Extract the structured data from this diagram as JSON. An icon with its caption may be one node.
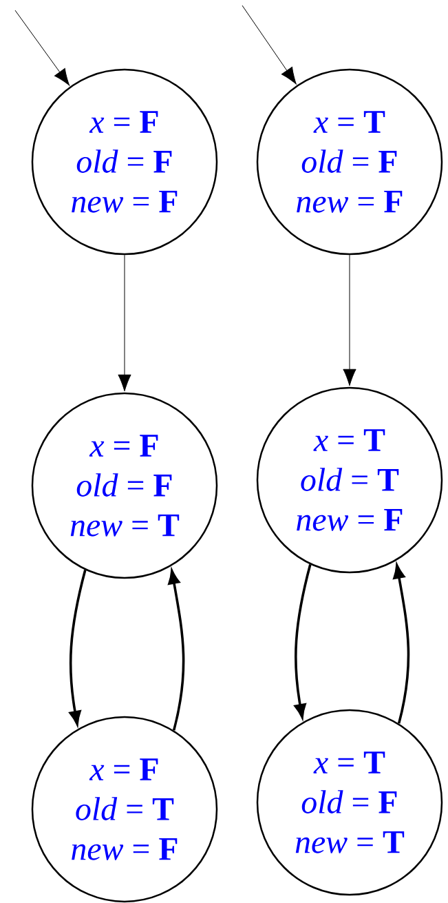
{
  "diagram": {
    "nodes": [
      {
        "text": [
          "*x* = **F**",
          "*old* = **F**",
          "*new* = **F**"
        ]
      },
      {
        "text": [
          "*x* = **T**",
          "*old* = **F**",
          "*new* = **F**"
        ]
      },
      {
        "text": [
          "*x* = **F**",
          "*old* = **F**",
          "*new* = **T**"
        ]
      },
      {
        "text": [
          "*x* = **T**",
          "*old* = **T**",
          "*new* = **F**"
        ]
      },
      {
        "text": [
          "*x* = **F**",
          "*old* = **T**",
          "*new* = **F**"
        ]
      },
      {
        "text": [
          "*x* = **T**",
          "*old* = **F**",
          "*new* = **T**"
        ]
      }
    ],
    "edges": [
      {
        "from": null,
        "to": 0,
        "arrow": "to"
      },
      {
        "from": null,
        "to": 1,
        "arrow": "to"
      },
      {
        "from": 0,
        "to": 2,
        "arrow": "to"
      },
      {
        "from": 1,
        "to": 3,
        "arrow": "to"
      },
      {
        "from": 2,
        "to": 4,
        "arrow": "to",
        "style": "thick"
      },
      {
        "from": 4,
        "to": 2,
        "arrow": "to",
        "style": "thick"
      },
      {
        "from": 3,
        "to": 5,
        "arrow": "to",
        "style": "thick"
      },
      {
        "from": 5,
        "to": 3,
        "arrow": "to",
        "style": "thick"
      }
    ]
  }
}
